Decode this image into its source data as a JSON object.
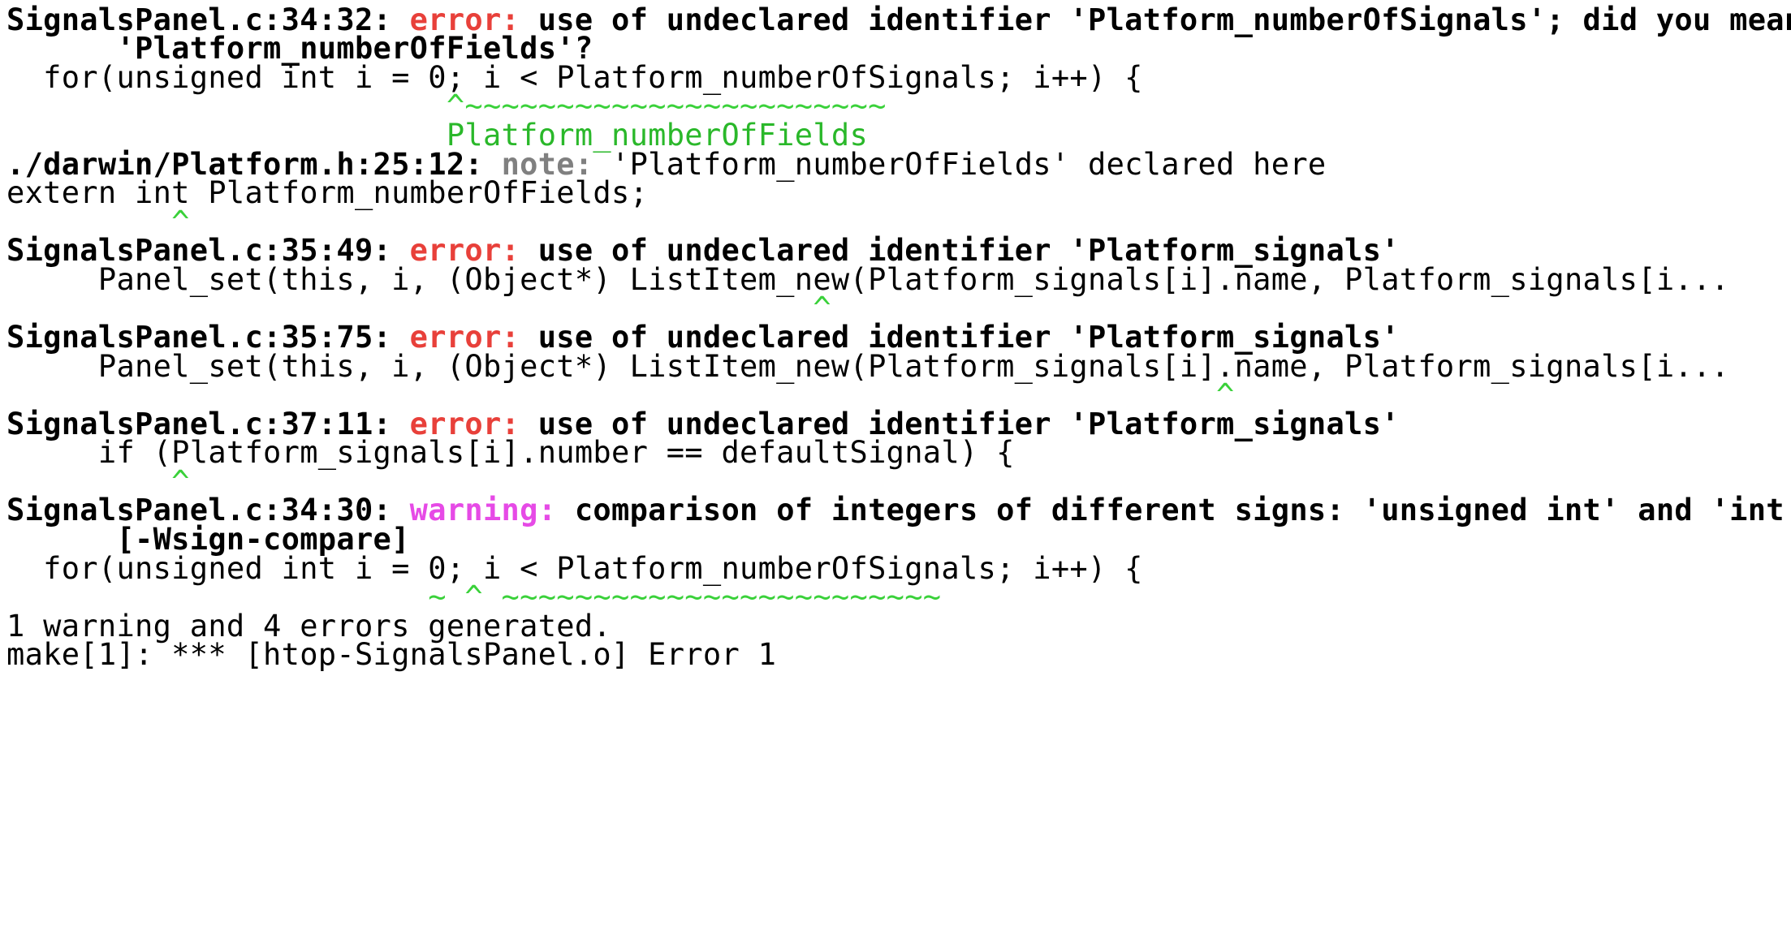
{
  "terminal": {
    "background": "#ffffff",
    "colors": {
      "error": "#e8403a",
      "warning": "#e64ae6",
      "note": "#808080",
      "caret": "#3ad13a",
      "fixit": "#2ab82a"
    },
    "lines": [
      {
        "t": "diag",
        "loc": "SignalsPanel.c:34:32:",
        "kind": "error",
        "label": "error:",
        "msg": " use of undeclared identifier 'Platform_numberOfSignals'; did you mean"
      },
      {
        "t": "bold",
        "text": "      'Platform_numberOfFields'?"
      },
      {
        "t": "plain",
        "text": "  for(unsigned int i = 0; i < Platform_numberOfSignals; i++) {"
      },
      {
        "t": "caret",
        "text": "                        ^~~~~~~~~~~~~~~~~~~~~~~~"
      },
      {
        "t": "fixit",
        "text": "                        Platform_numberOfFields"
      },
      {
        "t": "diag",
        "loc": "./darwin/Platform.h:25:12:",
        "kind": "note",
        "label": "note:",
        "msg": " 'Platform_numberOfFields' declared here"
      },
      {
        "t": "plain",
        "text": "extern int Platform_numberOfFields;"
      },
      {
        "t": "caret",
        "text": "         ^"
      },
      {
        "t": "diag",
        "loc": "SignalsPanel.c:35:49:",
        "kind": "error",
        "label": "error:",
        "msg": " use of undeclared identifier 'Platform_signals'"
      },
      {
        "t": "plain",
        "text": "     Panel_set(this, i, (Object*) ListItem_new(Platform_signals[i].name, Platform_signals[i..."
      },
      {
        "t": "caret",
        "text": "                                            ^"
      },
      {
        "t": "diag",
        "loc": "SignalsPanel.c:35:75:",
        "kind": "error",
        "label": "error:",
        "msg": " use of undeclared identifier 'Platform_signals'"
      },
      {
        "t": "plain",
        "text": "     Panel_set(this, i, (Object*) ListItem_new(Platform_signals[i].name, Platform_signals[i..."
      },
      {
        "t": "caret",
        "text": "                                                                  ^"
      },
      {
        "t": "diag",
        "loc": "SignalsPanel.c:37:11:",
        "kind": "error",
        "label": "error:",
        "msg": " use of undeclared identifier 'Platform_signals'"
      },
      {
        "t": "plain",
        "text": "     if (Platform_signals[i].number == defaultSignal) {"
      },
      {
        "t": "caret",
        "text": "         ^"
      },
      {
        "t": "diag",
        "loc": "SignalsPanel.c:34:30:",
        "kind": "warning",
        "label": "warning:",
        "msg": " comparison of integers of different signs: 'unsigned int' and 'int'"
      },
      {
        "t": "bold",
        "text": "      [-Wsign-compare]"
      },
      {
        "t": "plain",
        "text": "  for(unsigned int i = 0; i < Platform_numberOfSignals; i++) {"
      },
      {
        "t": "caret",
        "text": "                       ~ ^ ~~~~~~~~~~~~~~~~~~~~~~~~"
      },
      {
        "t": "plain",
        "text": "1 warning and 4 errors generated."
      },
      {
        "t": "plain",
        "text": "make[1]: *** [htop-SignalsPanel.o] Error 1"
      }
    ]
  }
}
